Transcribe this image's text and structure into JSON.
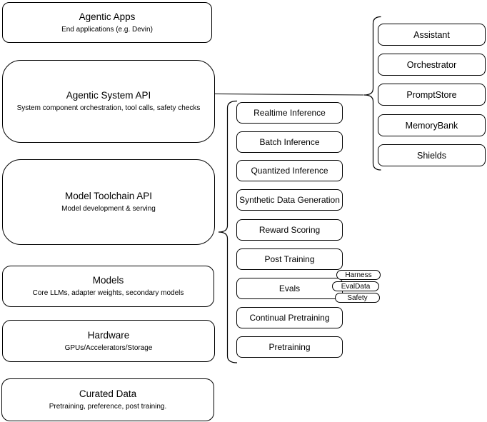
{
  "stack": [
    {
      "title": "Agentic Apps",
      "subtitle": "End applications (e.g. Devin)"
    },
    {
      "title": "Agentic System API",
      "subtitle": "System component orchestration, tool calls, safety checks"
    },
    {
      "title": "Model Toolchain API",
      "subtitle": "Model development & serving"
    },
    {
      "title": "Models",
      "subtitle": "Core LLMs, adapter weights, secondary models"
    },
    {
      "title": "Hardware",
      "subtitle": "GPUs/Accelerators/Storage"
    },
    {
      "title": "Curated Data",
      "subtitle": "Pretraining, preference, post training."
    }
  ],
  "toolchain": {
    "items": [
      "Realtime Inference",
      "Batch Inference",
      "Quantized Inference",
      "Synthetic Data Generation",
      "Reward Scoring",
      "Post Training",
      "Evals",
      "Continual Pretraining",
      "Pretraining"
    ]
  },
  "evals_tags": [
    "Harness",
    "EvalData",
    "Safety"
  ],
  "components": {
    "items": [
      "Assistant",
      "Orchestrator",
      "PromptStore",
      "MemoryBank",
      "Shields"
    ]
  },
  "colors": {
    "border": "#000000",
    "background": "#ffffff",
    "text": "#000000"
  }
}
